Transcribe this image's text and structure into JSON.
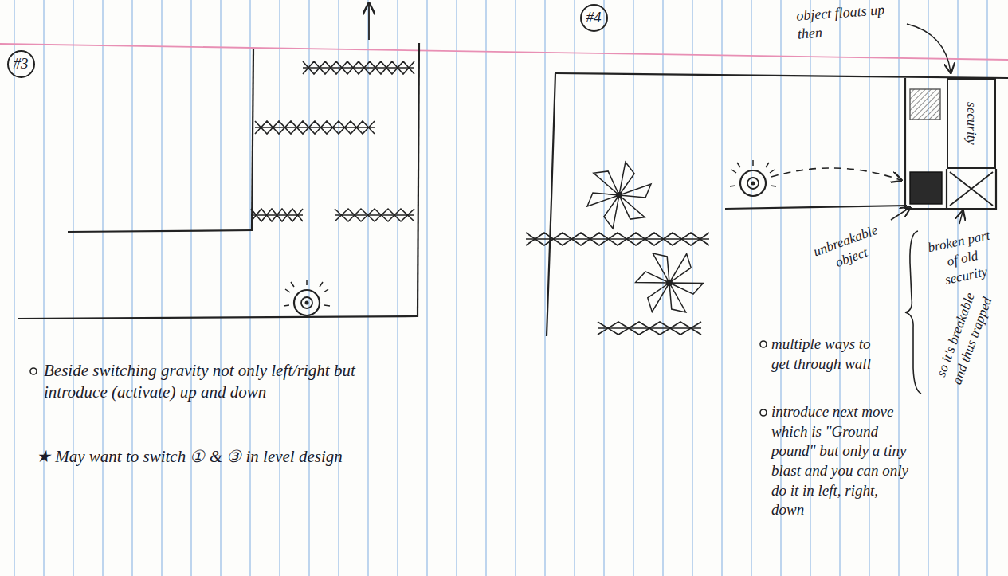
{
  "diagram": {
    "nodes": [
      {
        "text": [
          "#3"
        ]
      },
      {
        "text": [
          "#4"
        ]
      },
      {
        "text": [
          "security"
        ]
      }
    ],
    "labels": [
      "object floats up then",
      "unbreakable object",
      "broken part of old security",
      "so it's breakable and thus trapped",
      "Beside switching gravity not only left/right but introduce (activate) up and down",
      "★ May want to switch ① & ③ in level design",
      "multiple ways to get through wall",
      "introduce next move which is \"Ground pound\" but only a tiny blast and you can only do it in left, right, down"
    ]
  }
}
